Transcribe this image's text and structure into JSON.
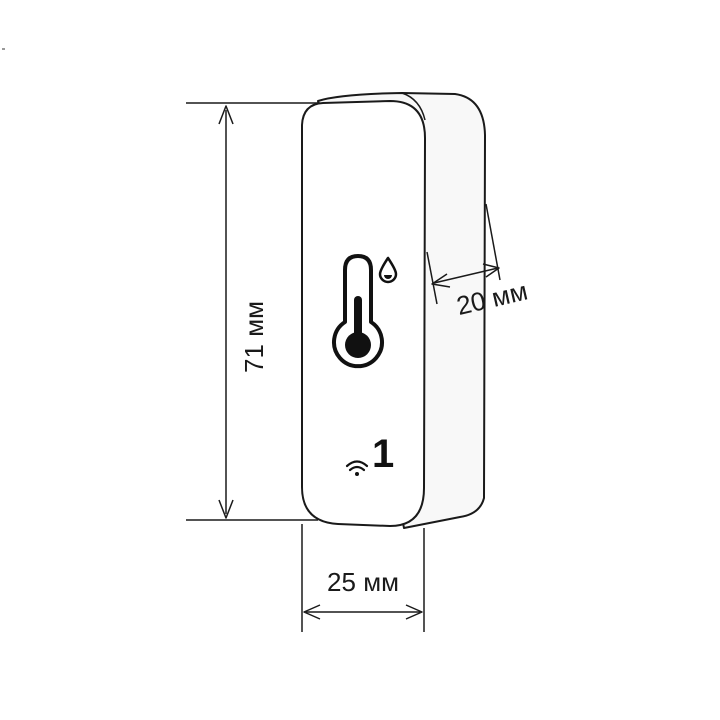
{
  "dimensions": {
    "height_label": "71 мм",
    "width_label": "25 мм",
    "depth_label": "20 мм"
  },
  "device": {
    "channel_number": "1",
    "icons": [
      "thermometer-icon",
      "water-drop-icon",
      "wifi-icon"
    ]
  },
  "colors": {
    "outline": "#1a1a1a",
    "body": "#ffffff",
    "side_shade": "#f7f7f7"
  }
}
